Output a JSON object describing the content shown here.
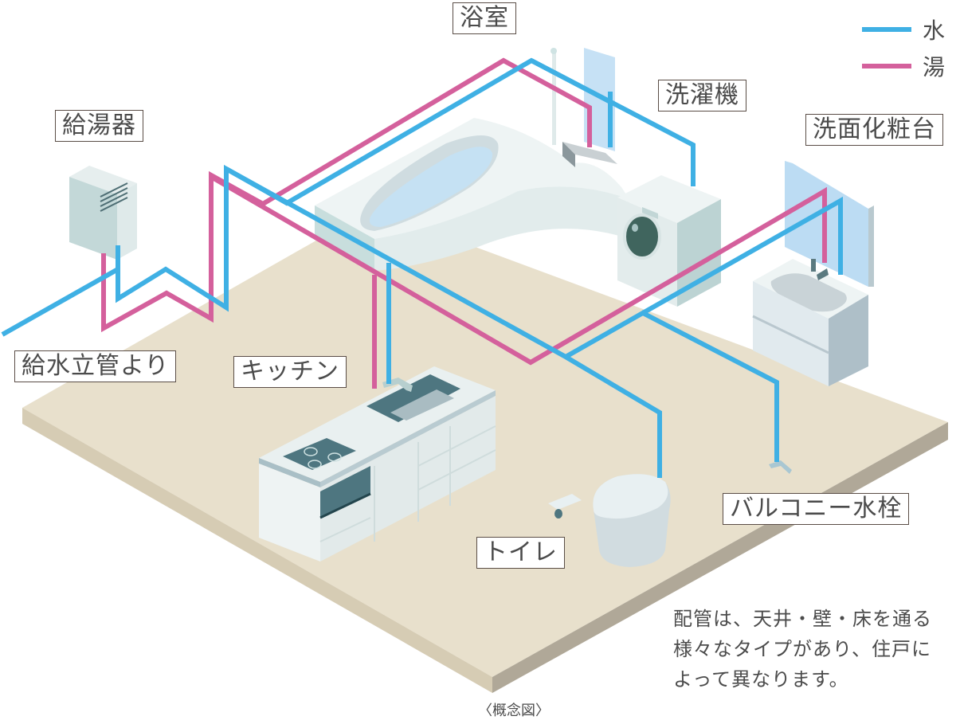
{
  "legend": {
    "items": [
      {
        "label": "水",
        "color": "#3fb0e4",
        "meaning": "water"
      },
      {
        "label": "湯",
        "color": "#d4609c",
        "meaning": "hot water"
      }
    ]
  },
  "labels": {
    "bathroom": "浴室",
    "water_heater": "給湯器",
    "washing_machine": "洗濯機",
    "washbasin": "洗面化粧台",
    "supply_riser": "給水立管より",
    "kitchen": "キッチン",
    "toilet": "トイレ",
    "balcony_faucet": "バルコニー水栓"
  },
  "note": {
    "lines": [
      "配管は、天井・壁・床を通る",
      "様々なタイプがあり、住戸に",
      "よって異なります。"
    ]
  },
  "caption": "〈概念図〉",
  "colors": {
    "floor_top": "#e8e0cc",
    "floor_side": "#d6ccb4",
    "floor_edge": "#b0a898",
    "water_pipe": "#3fb0e4",
    "hot_pipe": "#d4609c",
    "label_border": "#5a4d46",
    "text": "#4b4b4b"
  }
}
